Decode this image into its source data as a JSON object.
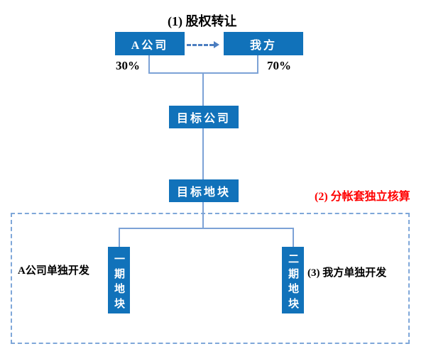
{
  "colors": {
    "node_fill": "#1172ba",
    "node_text": "#ffffff",
    "connector": "#7ca2d6",
    "arrow": "#4c7ec0",
    "dashed_border": "#7fa7d9",
    "step2_text": "#ff0000",
    "label_text": "#000000"
  },
  "annotations": {
    "step1_label": "(1) 股权转让",
    "step2_label": "(2) 分帐套独立核算",
    "step3_label": "(3) 我方单独开发",
    "left_note": "A公司单独开发",
    "share_left": "30%",
    "share_right": "70%"
  },
  "nodes": {
    "company_a": {
      "label": "A公司"
    },
    "our_side": {
      "label": "我方"
    },
    "target_company": {
      "label": "目标公司"
    },
    "target_plot": {
      "label": "目标地块"
    },
    "phase1_plot": {
      "label": "一期地块"
    },
    "phase2_plot": {
      "label": "二期地块"
    }
  },
  "icons": {
    "dashed_arrow": "right-arrow"
  }
}
